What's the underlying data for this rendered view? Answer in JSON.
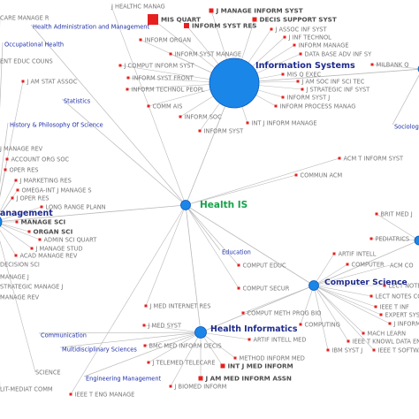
{
  "colors": {
    "edge": "#b9b9b9",
    "hub_fill": "#1a86e8",
    "hub_stroke": "#0b57b8",
    "square": "#e5201f",
    "journal_text": "#777777",
    "category_text": "#1f2fa8",
    "bold_text": "#4d4d4d",
    "health_is": "#16a34a",
    "hub_text": "#1d2a8c"
  },
  "hubs": [
    {
      "id": "is",
      "label": "Information Systems",
      "icon": "circle"
    },
    {
      "id": "his",
      "label": "Health IS",
      "icon": "circle"
    },
    {
      "id": "cs",
      "label": "Computer Science",
      "icon": "circle"
    },
    {
      "id": "hi",
      "label": "Health Informatics",
      "icon": "circle"
    },
    {
      "id": "mg",
      "label": "anagement",
      "icon": "circle"
    },
    {
      "id": "r1",
      "label": "",
      "icon": "circle"
    },
    {
      "id": "r2",
      "label": "",
      "icon": "circle"
    }
  ],
  "categories": [
    "Health Administration and Management",
    "Occupational Health",
    "Statistics",
    "History & Philosophy Of Science",
    "Sociology",
    "Education",
    "Communication",
    "Multidisciplinary Sciences",
    "Engineering Management"
  ],
  "journals": [
    "J HEALTHC MANAG",
    "CARE MANAGE R",
    "MIS QUART",
    "J MANAGE INFORM SYST",
    "DECIS SUPPORT SYST",
    "INFORM SYST RES",
    "J ASSOC INF SYST",
    "J INF TECHNOL",
    "INFORM MANAGE",
    "INFORM ORGAN",
    "DATA BASE ADV INF SY",
    "MILBANK Q",
    "ENT EDUC COUNS",
    "J COMPUT INFORM SYST",
    "INFORM SYST MANAGE",
    "INFORM SYST FRONT",
    "INFORM TECHNOL PEOPL",
    "MIS Q EXEC",
    "J AM SOC INF SCI TEC",
    "J STRATEGIC INF SYST",
    "INFORM SYST J",
    "INFORM PROCESS MANAG",
    "J AM STAT ASSOC",
    "COMM AIS",
    "INFORM SOC",
    "INT J INFORM MANAGE",
    "INFORM SYST",
    "J MANAGE REV",
    "ACCOUNT ORG SOC",
    "OPER RES",
    "ACM T INFORM SYST",
    "COMMUN ACM",
    "J MARKETING RES",
    "OMEGA-INT J MANAGE S",
    "J OPER RES",
    "LONG RANGE PLANN",
    "MANAGE SCI",
    "ORGAN SCI",
    "ADMIN SCI QUART",
    "J MANAGE STUD",
    "ACAD MANAGE REV",
    "DECISION SCI",
    "MANAGE J",
    "STRATEGIC MANAGE J",
    "MANAGE REV",
    "BRIT MED J",
    "PEDIATRICS",
    "ARTIF INTELL",
    "COMPUTER",
    "ACM CO",
    "LECT NOTE",
    "LECT NOTES COM",
    "IEEE T INF",
    "EXPERT SYS",
    "J INFORM-CO",
    "MACH LEARN",
    "IEEE T KNOWL DATA EN",
    "IEEE T SOFTWARE ENG",
    "COMPUT EDUC",
    "COMPUT SECUR",
    "J MED INTERNET RES",
    "COMPUT METH PROG BIO",
    "COMPUTING",
    "J MED SYST",
    "ARTIF INTELL MED",
    "IBM SYST J",
    "BMC MED INFORM DECIS",
    "METHOD INFORM MED",
    "J TELEMED TELECARE",
    "INT J MED INFORM",
    "SCIENCE",
    "J AM MED INFORM ASSN",
    "J BIOMED INFORM",
    "IEEE T ENG MANAGE",
    "LIT-MEDIAT COMM"
  ]
}
